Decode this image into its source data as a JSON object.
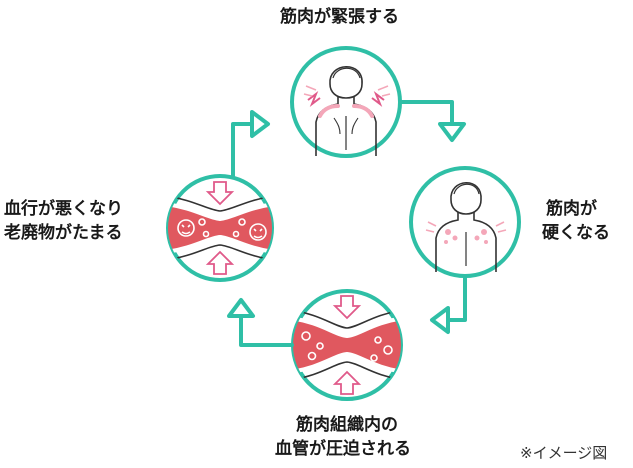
{
  "labels": {
    "top": "筋肉が緊張する",
    "right_line1": "筋肉が",
    "right_line2": "硬くなる",
    "bottom_line1": "筋肉組織内の",
    "bottom_line2": "血管が圧迫される",
    "left_line1": "血行が悪くなり",
    "left_line2": "老廃物がたまる",
    "note": "※イメージ図"
  },
  "colors": {
    "teal": "#2fbfa6",
    "red": "#e0585f",
    "pink": "#f6a0b0",
    "skin": "#f4a7b9",
    "outline": "#333333"
  },
  "icons": {
    "top": "shoulder-tension-icon",
    "right": "stiff-back-icon",
    "bottom": "compressed-vessel-icon",
    "left": "waste-buildup-vessel-icon"
  }
}
